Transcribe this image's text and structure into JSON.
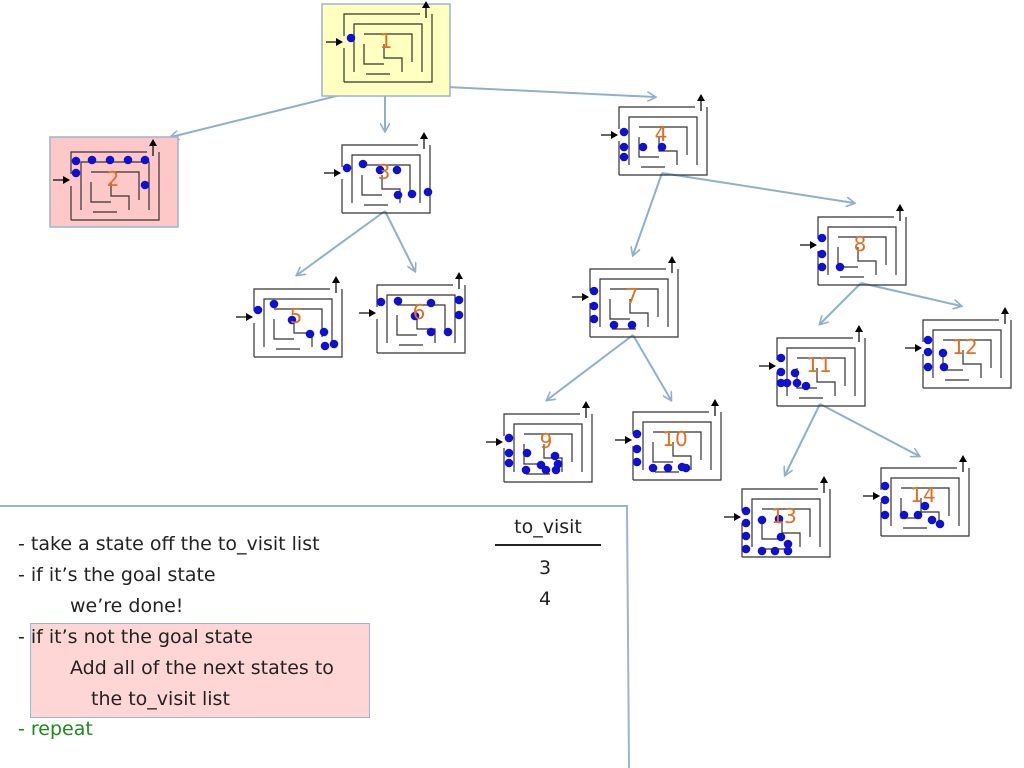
{
  "states": [
    {
      "id": "1",
      "label": "1",
      "highlight": "#ffffc0"
    },
    {
      "id": "2",
      "label": "2",
      "highlight": "#ffc8c8"
    },
    {
      "id": "3",
      "label": "3"
    },
    {
      "id": "4",
      "label": "4"
    },
    {
      "id": "5",
      "label": "5"
    },
    {
      "id": "6",
      "label": "6"
    },
    {
      "id": "7",
      "label": "7"
    },
    {
      "id": "8",
      "label": "8"
    },
    {
      "id": "9",
      "label": "9"
    },
    {
      "id": "10",
      "label": "10"
    },
    {
      "id": "11",
      "label": "11"
    },
    {
      "id": "12",
      "label": "12"
    },
    {
      "id": "13",
      "label": "13"
    },
    {
      "id": "14",
      "label": "14"
    }
  ],
  "edges": [
    [
      "1",
      "2"
    ],
    [
      "1",
      "3"
    ],
    [
      "1",
      "4"
    ],
    [
      "3",
      "5"
    ],
    [
      "3",
      "6"
    ],
    [
      "4",
      "7"
    ],
    [
      "4",
      "8"
    ],
    [
      "7",
      "9"
    ],
    [
      "7",
      "10"
    ],
    [
      "8",
      "11"
    ],
    [
      "8",
      "12"
    ],
    [
      "11",
      "13"
    ],
    [
      "11",
      "14"
    ]
  ],
  "colors": {
    "edge": "#8fb0cc",
    "path_dot": "#1010d0",
    "maze_wall": "#333333",
    "label": "#e07020",
    "highlight_box": "#ffd6d6",
    "repeat_text": "#1a8a1a"
  },
  "steps": [
    "- take a state off the to_visit list",
    "- if it’s the goal state",
    "we’re done!",
    "- if it’s not the goal state",
    "Add all of the next states to",
    "the to_visit list",
    "- repeat"
  ],
  "to_visit": {
    "header": "to_visit",
    "items": [
      "3",
      "4"
    ]
  }
}
